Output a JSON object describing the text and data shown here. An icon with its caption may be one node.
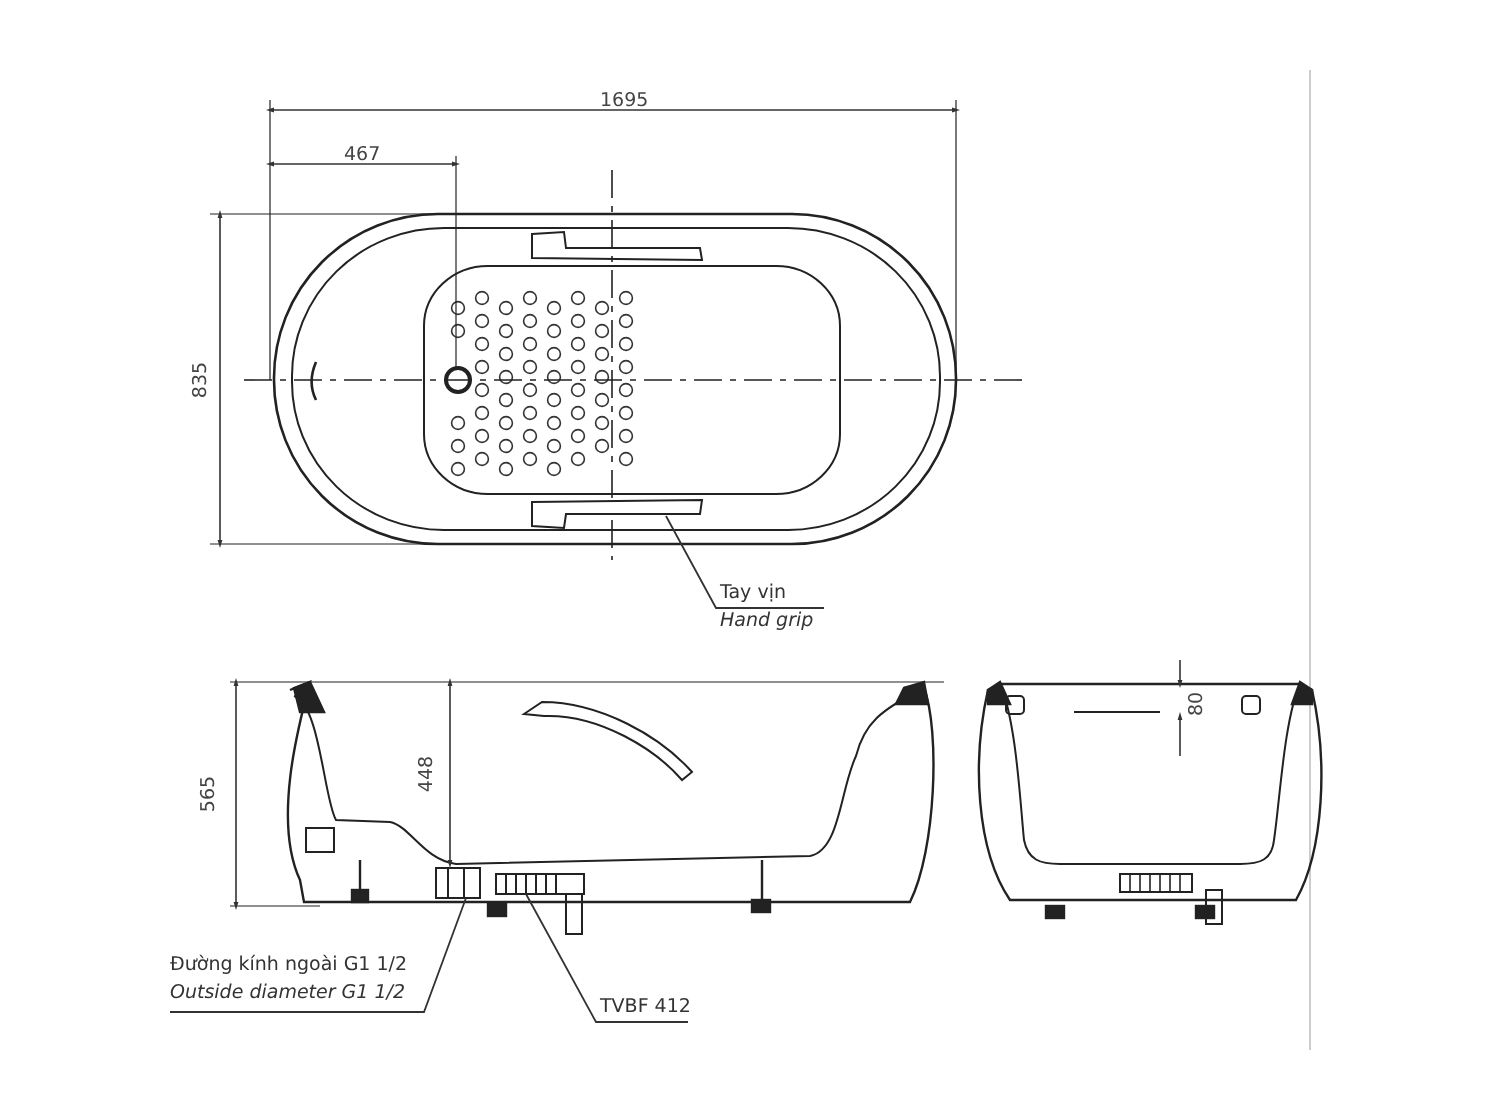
{
  "diagram": {
    "nodes": [
      {
        "text": [
          "Tay vịn",
          "Hand grip"
        ]
      },
      {
        "text": [],
        "shape": "picture"
      },
      {
        "text": [
          "Đường kính ngoài G1 1/2",
          "Outside diameter G1 1/2"
        ]
      },
      {
        "text": [],
        "shape": "picture"
      },
      {
        "text": [
          "TVBF 412"
        ]
      },
      {
        "text": [],
        "shape": "picture"
      }
    ],
    "edges": [
      {
        "from": 0,
        "to": 1,
        "arrow": "none"
      },
      {
        "from": 2,
        "to": 3,
        "arrow": "none"
      },
      {
        "from": 4,
        "to": 5,
        "arrow": "none"
      }
    ],
    "labels": [
      "1695",
      "467",
      "835",
      "565",
      "448",
      "80"
    ]
  }
}
